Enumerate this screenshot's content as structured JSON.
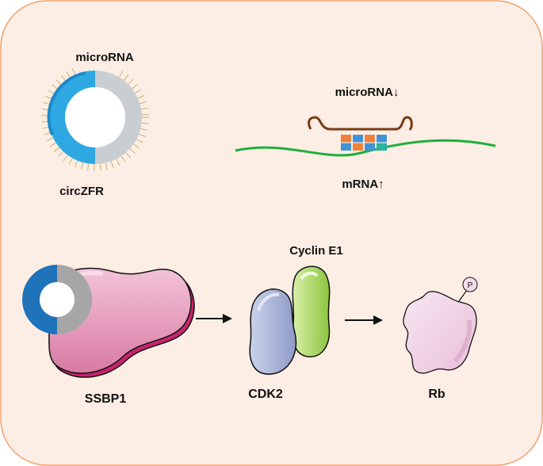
{
  "labels": {
    "microrna": "microRNA",
    "circzfr": "circZFR",
    "microrna_down": "microRNA↓",
    "mrna_up": "mRNA↑",
    "cyclin_e1": "Cyclin E1",
    "ssbp1": "SSBP1",
    "cdk2": "CDK2",
    "rb": "Rb",
    "phospho": "P"
  },
  "colors": {
    "panel_fill": "#FCEEE4",
    "panel_border": "#F0A070",
    "ring_blue": "#2EA8E2",
    "ring_grey": "#C9CED3",
    "ring2_blue": "#1F73BA",
    "ring2_grey": "#A6A6A6",
    "mrna_green": "#1EAF3C",
    "microrna_brown": "#7A3B16",
    "ssbp1_pink": "#E08FB2",
    "cdk2_blue": "#AEB8DA",
    "cyclin_green": "#A8D86A",
    "rb_pink": "#F4DCEB"
  },
  "icons": [
    "circular-rna-icon",
    "microrna-mrna-binding-icon",
    "ssbp1-protein-icon",
    "cdk2-protein-icon",
    "cyclin-e1-protein-icon",
    "rb-protein-icon",
    "phosphate-icon",
    "arrow-icon"
  ]
}
